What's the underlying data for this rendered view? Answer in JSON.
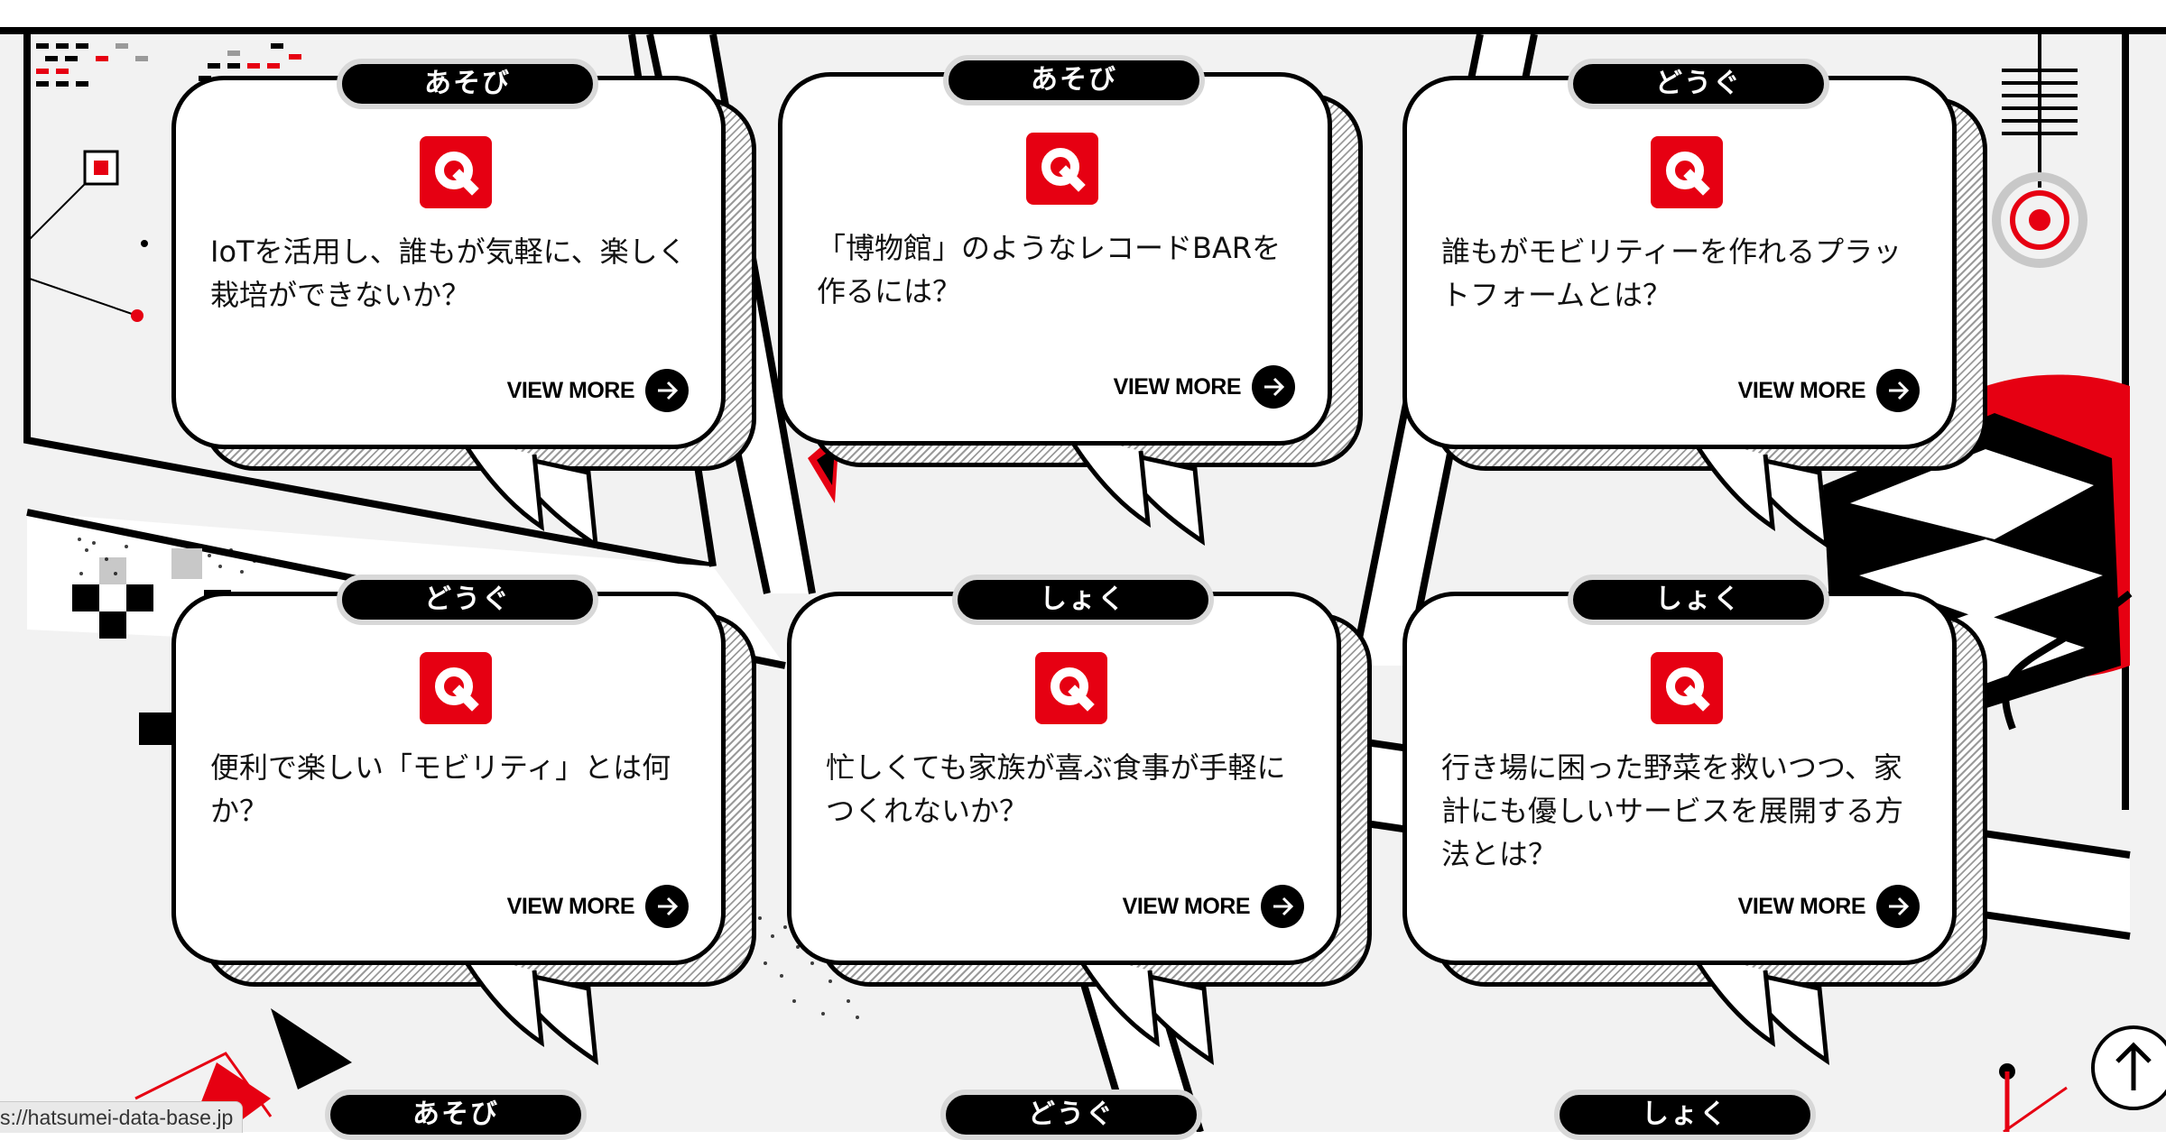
{
  "colors": {
    "accent": "#e60012",
    "ink": "#000000",
    "paper": "#ffffff",
    "map": "#f2f2f2"
  },
  "icons": {
    "question": "q-icon",
    "arrow": "arrow-right-icon",
    "page_top": "arrow-up-icon"
  },
  "cards": [
    {
      "tag": "あそび",
      "question": "IoTを活用し、誰もが気軽に、楽しく栽培ができないか？",
      "view_more": "VIEW MORE"
    },
    {
      "tag": "あそび",
      "question": "「博物館」のようなレコードBARを作るには？",
      "view_more": "VIEW MORE"
    },
    {
      "tag": "どうぐ",
      "question": "誰もがモビリティーを作れるプラットフォームとは？",
      "view_more": "VIEW MORE"
    },
    {
      "tag": "どうぐ",
      "question": "便利で楽しい「モビリティ」とは何か？",
      "view_more": "VIEW MORE"
    },
    {
      "tag": "しょく",
      "question": "忙しくても家族が喜ぶ食事が手軽につくれないか？",
      "view_more": "VIEW MORE"
    },
    {
      "tag": "しょく",
      "question": "行き場に困った野菜を救いつつ、家計にも優しいサービスを展開する方法とは？",
      "view_more": "VIEW MORE"
    }
  ],
  "next_row_tags": [
    "あそび",
    "どうぐ",
    "しょく"
  ],
  "status_url": "s://hatsumei-data-base.jp"
}
